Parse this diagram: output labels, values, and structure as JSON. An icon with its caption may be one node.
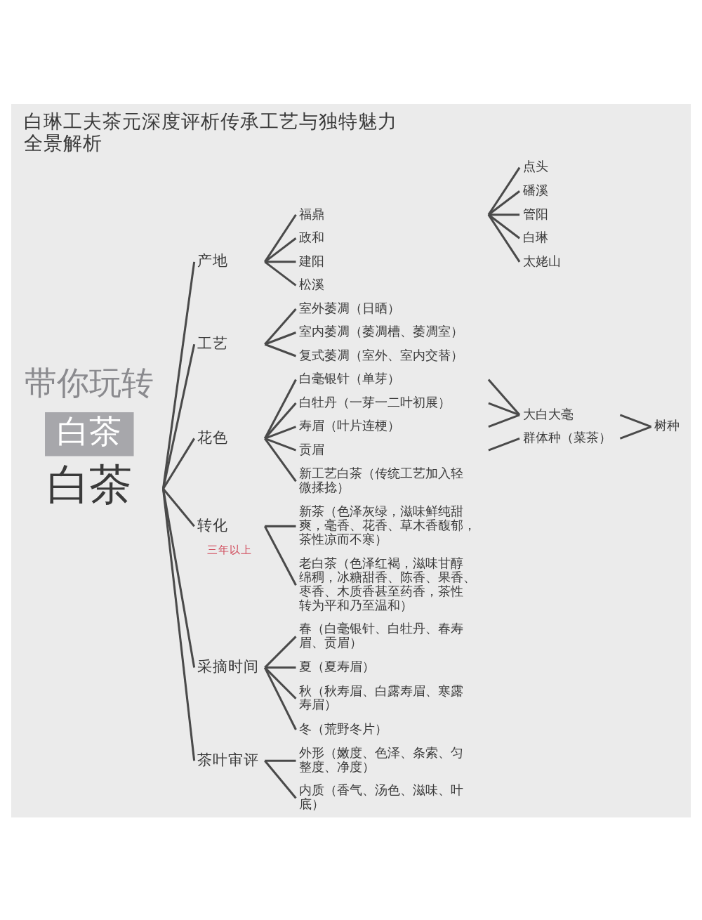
{
  "diagram": {
    "title": "白琳工夫茶元深度评析传承工艺与独特魅力全景解析",
    "nodes": [
      {
        "text": [
          "白茶"
        ]
      },
      {
        "text": [
          "产地"
        ]
      },
      {
        "text": [
          "福鼎"
        ]
      },
      {
        "text": [
          "政和"
        ]
      },
      {
        "text": [
          "建阳"
        ]
      },
      {
        "text": [
          "松溪"
        ]
      },
      {
        "text": [
          "点头"
        ]
      },
      {
        "text": [
          "磻溪"
        ]
      },
      {
        "text": [
          "管阳"
        ]
      },
      {
        "text": [
          "白琳"
        ]
      },
      {
        "text": [
          "太姥山"
        ]
      },
      {
        "text": [
          "工艺"
        ]
      },
      {
        "text": [
          "室外萎凋（日晒）"
        ]
      },
      {
        "text": [
          "室内萎凋（萎凋槽、萎凋室）"
        ]
      },
      {
        "text": [
          "复式萎凋（室外、室内交替）"
        ]
      },
      {
        "text": [
          "花色"
        ]
      },
      {
        "text": [
          "白毫银针（单芽）"
        ]
      },
      {
        "text": [
          "白牡丹（一芽一二叶初展）"
        ]
      },
      {
        "text": [
          "寿眉（叶片连梗）"
        ]
      },
      {
        "text": [
          "贡眉"
        ]
      },
      {
        "text": [
          "新工艺白茶（传统工艺加入轻微揉捻）"
        ]
      },
      {
        "text": [
          "大白大毫"
        ]
      },
      {
        "text": [
          "群体种（菜茶）"
        ]
      },
      {
        "text": [
          "树种"
        ]
      },
      {
        "text": [
          "转化"
        ]
      },
      {
        "text": [
          "新茶（色泽灰绿，滋味鲜纯甜爽，毫香、花香、草木香馥郁，茶性凉而不寒）"
        ]
      },
      {
        "text": [
          "老白茶（色泽红褐，滋味甘醇绵稠，冰糖甜香、陈香、果香、枣香、木质香甚至药香，茶性转为平和乃至温和）"
        ]
      },
      {
        "text": [
          "采摘时间"
        ]
      },
      {
        "text": [
          "春（白毫银针、白牡丹、春寿眉、贡眉）"
        ]
      },
      {
        "text": [
          "夏（夏寿眉）"
        ]
      },
      {
        "text": [
          "秋（秋寿眉、白露寿眉、寒露寿眉）"
        ]
      },
      {
        "text": [
          "冬（荒野冬片）"
        ]
      },
      {
        "text": [
          "茶叶审评"
        ]
      },
      {
        "text": [
          "外形（嫩度、色泽、条索、匀整度、净度）"
        ]
      },
      {
        "text": [
          "内质（香气、汤色、滋味、叶底）"
        ]
      }
    ],
    "edges": [
      {
        "from": 0,
        "to": 1,
        "arrow": "none"
      },
      {
        "from": 1,
        "to": 2,
        "arrow": "none"
      },
      {
        "from": 1,
        "to": 3,
        "arrow": "none"
      },
      {
        "from": 1,
        "to": 4,
        "arrow": "none"
      },
      {
        "from": 1,
        "to": 5,
        "arrow": "none"
      },
      {
        "from": 2,
        "to": 6,
        "arrow": "none"
      },
      {
        "from": 2,
        "to": 7,
        "arrow": "none"
      },
      {
        "from": 2,
        "to": 8,
        "arrow": "none"
      },
      {
        "from": 2,
        "to": 9,
        "arrow": "none"
      },
      {
        "from": 2,
        "to": 10,
        "arrow": "none"
      },
      {
        "from": 0,
        "to": 11,
        "arrow": "none"
      },
      {
        "from": 11,
        "to": 12,
        "arrow": "none"
      },
      {
        "from": 11,
        "to": 13,
        "arrow": "none"
      },
      {
        "from": 11,
        "to": 14,
        "arrow": "none"
      },
      {
        "from": 0,
        "to": 15,
        "arrow": "none"
      },
      {
        "from": 15,
        "to": 16,
        "arrow": "none"
      },
      {
        "from": 15,
        "to": 17,
        "arrow": "none"
      },
      {
        "from": 15,
        "to": 18,
        "arrow": "none"
      },
      {
        "from": 15,
        "to": 19,
        "arrow": "none"
      },
      {
        "from": 15,
        "to": 20,
        "arrow": "none"
      },
      {
        "from": 16,
        "to": 21,
        "arrow": "none"
      },
      {
        "from": 17,
        "to": 21,
        "arrow": "none"
      },
      {
        "from": 18,
        "to": 21,
        "arrow": "none"
      },
      {
        "from": 19,
        "to": 22,
        "arrow": "none"
      },
      {
        "from": 21,
        "to": 23,
        "arrow": "none"
      },
      {
        "from": 22,
        "to": 23,
        "arrow": "none"
      },
      {
        "from": 0,
        "to": 24,
        "arrow": "none"
      },
      {
        "from": 24,
        "to": 25,
        "arrow": "none"
      },
      {
        "from": 24,
        "to": 26,
        "arrow": "none"
      },
      {
        "from": 0,
        "to": 27,
        "arrow": "none"
      },
      {
        "from": 27,
        "to": 28,
        "arrow": "none"
      },
      {
        "from": 27,
        "to": 29,
        "arrow": "none"
      },
      {
        "from": 27,
        "to": 30,
        "arrow": "none"
      },
      {
        "from": 27,
        "to": 31,
        "arrow": "none"
      },
      {
        "from": 0,
        "to": 32,
        "arrow": "none"
      },
      {
        "from": 32,
        "to": 33,
        "arrow": "none"
      },
      {
        "from": 32,
        "to": 34,
        "arrow": "none"
      }
    ],
    "labels": [
      "带你玩转",
      "白茶",
      "三年以上"
    ]
  }
}
